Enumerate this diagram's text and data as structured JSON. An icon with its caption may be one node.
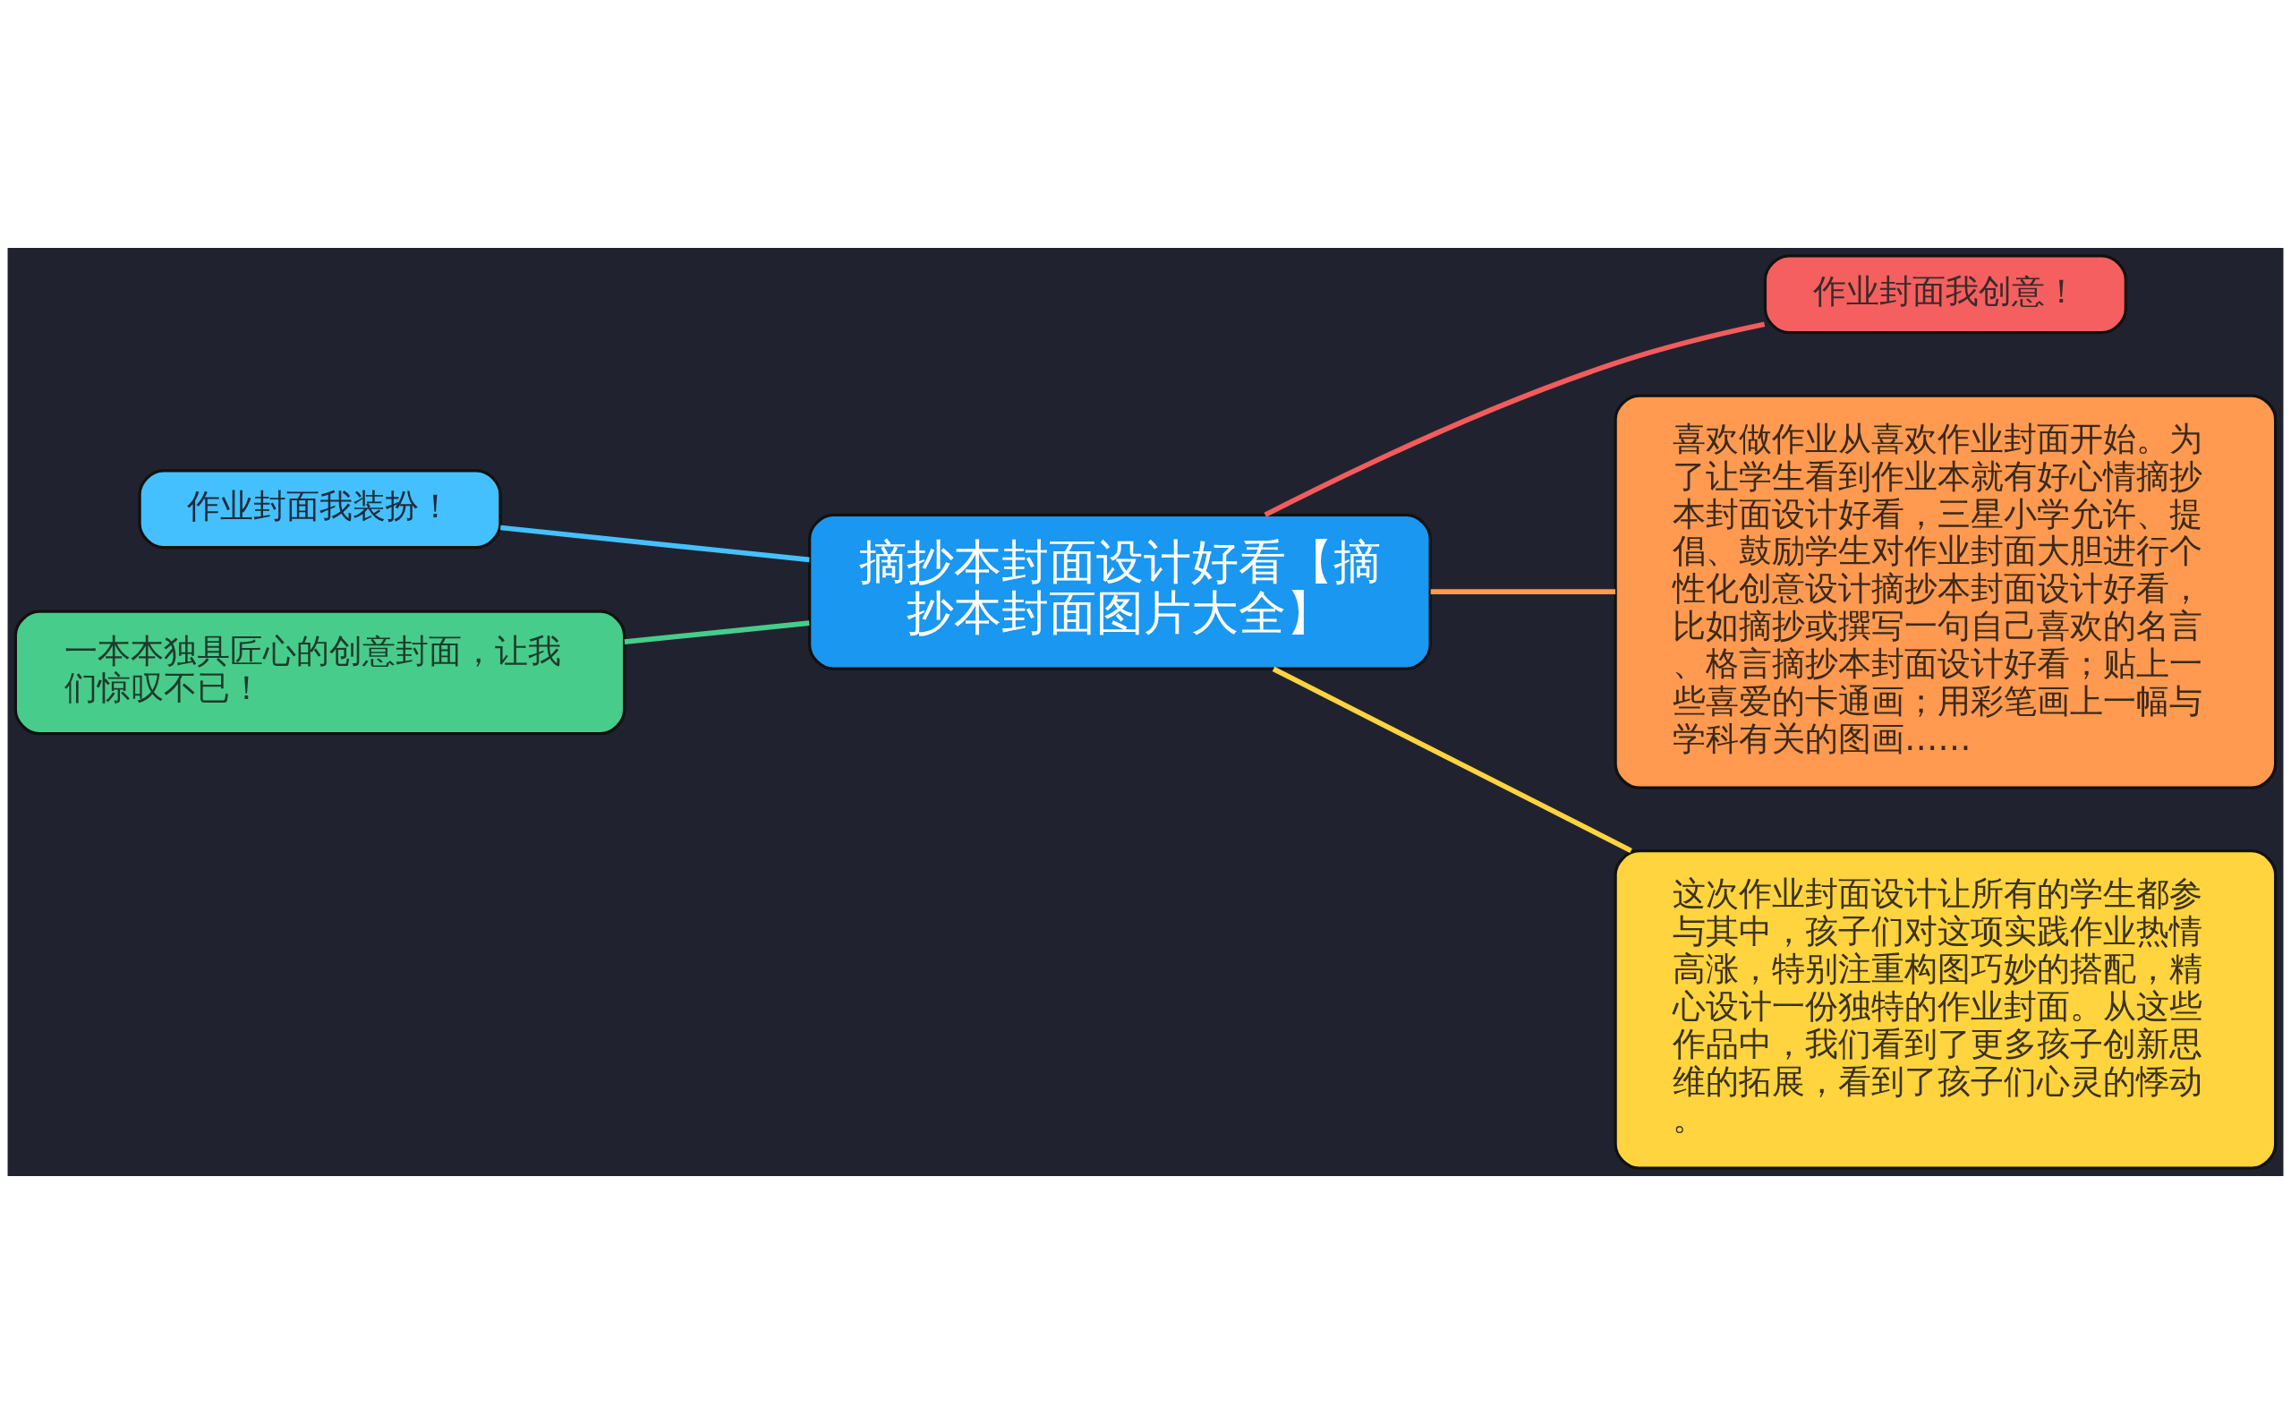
{
  "diagram": {
    "nodes": [
      {
        "text": [
          "摘抄本封面设计好看【摘抄本封面图片大全】"
        ]
      },
      {
        "text": [
          "作业封面我创意！"
        ]
      },
      {
        "text": [
          "喜欢做作业从喜欢作业封面开始。为了让学生看到作业本就有好心情摘抄本封面设计好看，三星小学允许、提倡、鼓励学生对作业封面大胆进行个性化创意设计摘抄本封面设计好看，比如摘抄或撰写一句自己喜欢的名言、格言摘抄本封面设计好看；贴上一些喜爱的卡通画；用彩笔画上一幅与学科有关的图画……"
        ]
      },
      {
        "text": [
          "这次作业封面设计让所有的学生都参与其中，孩子们对这项实践作业热情高涨，特别注重构图巧妙的搭配，精心设计一份独特的作业封面。从这些作品中，我们看到了更多孩子创新思维的拓展，看到了孩子们心灵的悸动。"
        ]
      },
      {
        "text": [
          "作业封面我装扮！"
        ]
      },
      {
        "text": [
          "一本本独具匠心的创意封面，让我们惊叹不已！"
        ]
      }
    ],
    "edges": [
      {
        "from": 0,
        "to": 1,
        "arrow": "none",
        "color": "#f25c5c"
      },
      {
        "from": 0,
        "to": 2,
        "arrow": "none",
        "color": "#ff9a50"
      },
      {
        "from": 0,
        "to": 3,
        "arrow": "none",
        "color": "#ffd43f"
      },
      {
        "from": 0,
        "to": 4,
        "arrow": "none",
        "color": "#45c0ff"
      },
      {
        "from": 0,
        "to": 5,
        "arrow": "none",
        "color": "#48cc8b"
      }
    ]
  }
}
